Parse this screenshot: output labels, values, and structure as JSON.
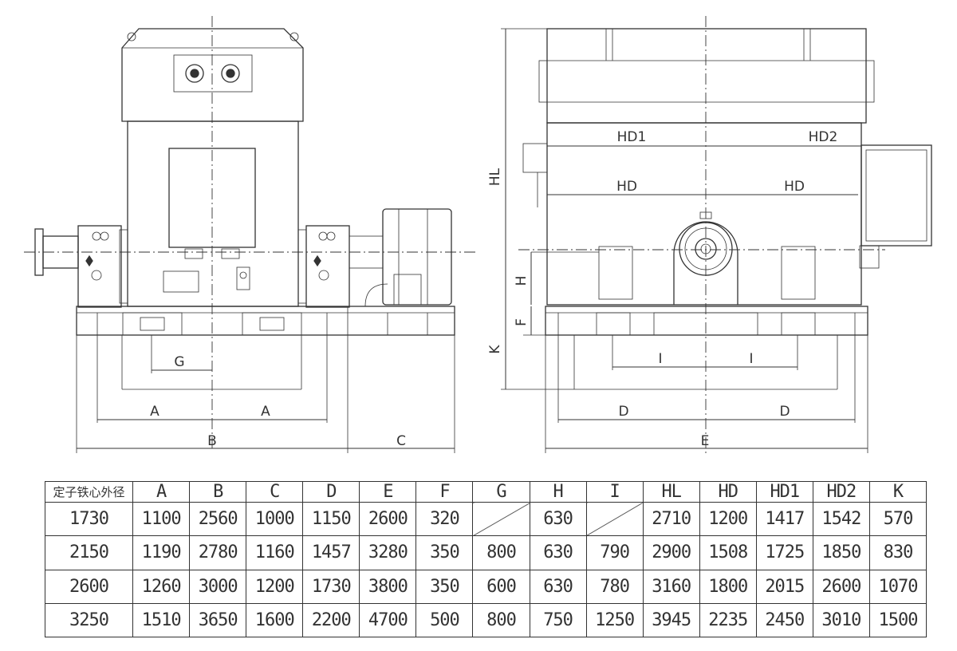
{
  "drawing": {
    "front_view": {
      "dimension_labels": [
        "A",
        "A",
        "B",
        "C",
        "G"
      ]
    },
    "side_view": {
      "dimension_labels": [
        "HD1",
        "HD2",
        "HD",
        "HD",
        "HL",
        "H",
        "F",
        "K",
        "I",
        "I",
        "D",
        "D",
        "E"
      ]
    }
  },
  "table": {
    "headers": [
      "定子铁心外径",
      "A",
      "B",
      "C",
      "D",
      "E",
      "F",
      "G",
      "H",
      "I",
      "HL",
      "HD",
      "HD1",
      "HD2",
      "K"
    ],
    "rows": [
      [
        "1730",
        "1100",
        "2560",
        "1000",
        "1150",
        "2600",
        "320",
        "",
        "630",
        "",
        "2710",
        "1200",
        "1417",
        "1542",
        "570"
      ],
      [
        "2150",
        "1190",
        "2780",
        "1160",
        "1457",
        "3280",
        "350",
        "800",
        "630",
        "790",
        "2900",
        "1508",
        "1725",
        "1850",
        "830"
      ],
      [
        "2600",
        "1260",
        "3000",
        "1200",
        "1730",
        "3800",
        "350",
        "600",
        "630",
        "780",
        "3160",
        "1800",
        "2015",
        "2600",
        "1070"
      ],
      [
        "3250",
        "1510",
        "3650",
        "1600",
        "2200",
        "4700",
        "500",
        "800",
        "750",
        "1250",
        "3945",
        "2235",
        "2450",
        "3010",
        "1500"
      ]
    ]
  }
}
